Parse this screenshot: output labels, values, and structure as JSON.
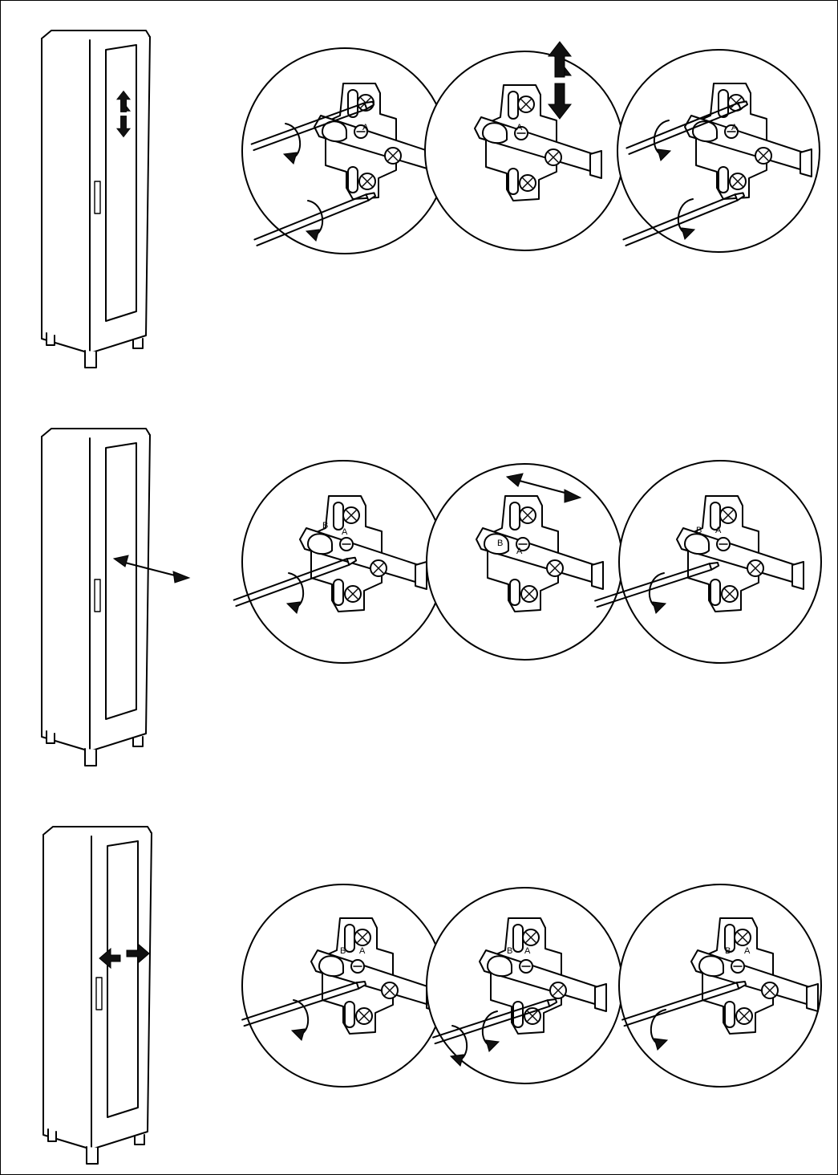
{
  "document": {
    "type": "assembly-instructions",
    "steps": [
      {
        "adjustment": "vertical",
        "hinge_labels": [
          "A"
        ],
        "tool": "screwdriver-icon",
        "motion": "double-arrow-vertical"
      },
      {
        "adjustment": "depth",
        "hinge_labels": [
          "B",
          "A"
        ],
        "tool": "screwdriver-icon",
        "motion": "double-arrow-depth"
      },
      {
        "adjustment": "lateral",
        "hinge_labels": [
          "B",
          "A"
        ],
        "tool": "screwdriver-icon",
        "motion": "double-arrow-horizontal"
      }
    ]
  },
  "colors": {
    "line": "#000000",
    "background": "#ffffff",
    "arrow_fill": "#111111"
  }
}
